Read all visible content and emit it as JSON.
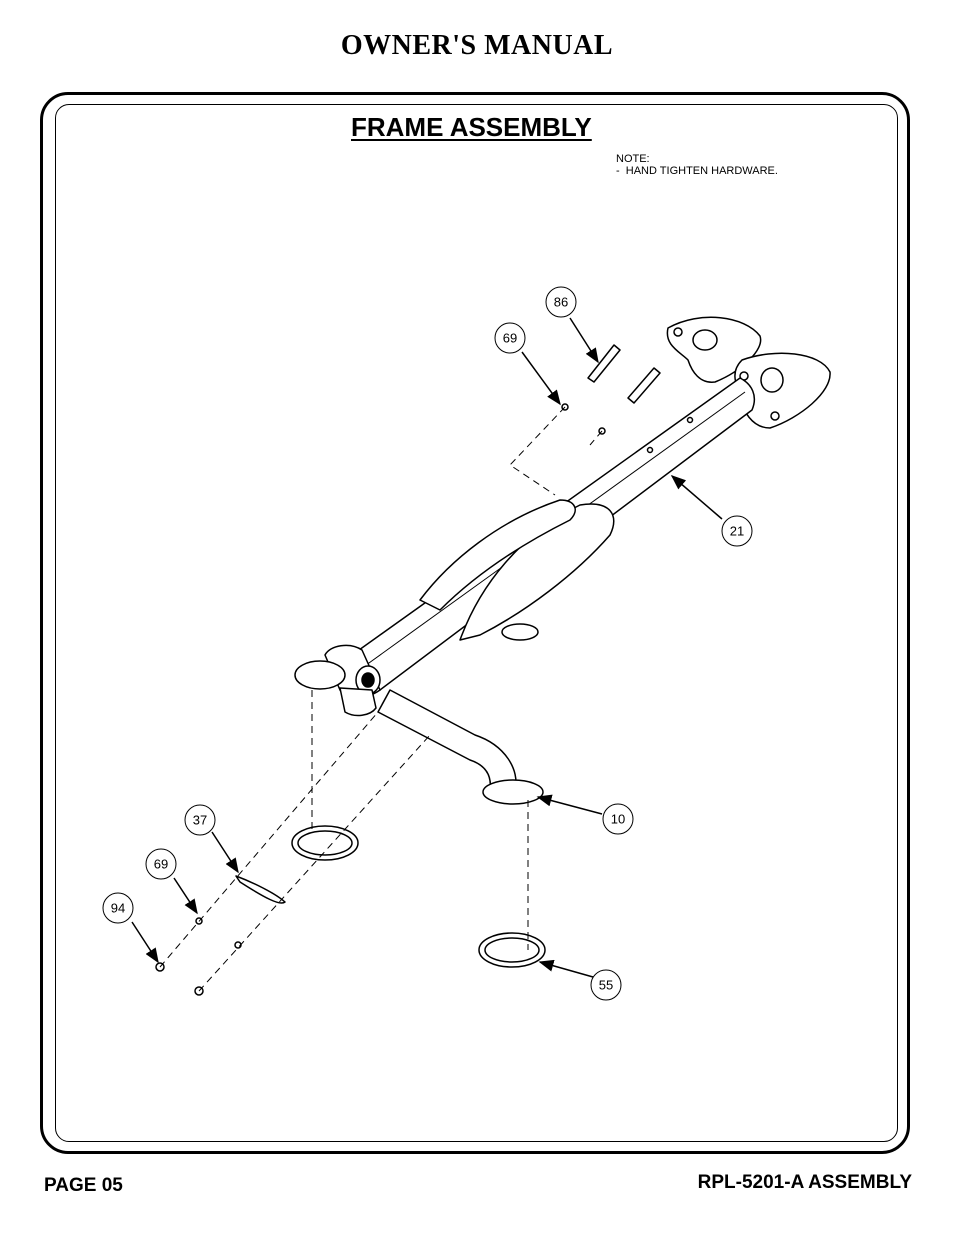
{
  "header": {
    "title": "OWNER'S MANUAL"
  },
  "section": {
    "title": "FRAME ASSEMBLY"
  },
  "note": {
    "heading": "NOTE:",
    "lines": [
      "-  HAND TIGHTEN HARDWARE."
    ]
  },
  "callouts": [
    "86",
    "69",
    "21",
    "10",
    "37",
    "69",
    "94",
    "55"
  ],
  "footer": {
    "page": "PAGE 05",
    "model": "RPL-5201-A ASSEMBLY"
  }
}
